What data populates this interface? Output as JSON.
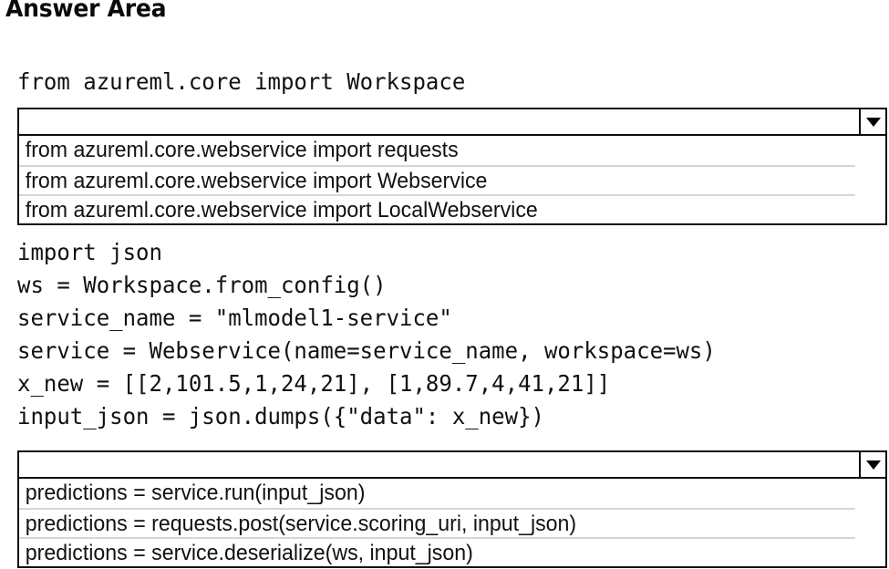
{
  "page": {
    "title": "Answer Area"
  },
  "code": {
    "top_line": "from azureml.core import Workspace",
    "middle_lines": [
      "import json",
      "ws = Workspace.from_config()",
      "service_name = \"mlmodel1-service\"",
      "service = Webservice(name=service_name, workspace=ws)",
      "x_new = [[2,101.5,1,24,21], [1,89.7,4,41,21]]",
      "input_json = json.dumps({\"data\": x_new})"
    ]
  },
  "dropdowns": [
    {
      "name": "import-statement-dropdown",
      "selected": "",
      "placeholder": "",
      "arrow_icon": "chevron-down-icon",
      "options": [
        "from azureml.core.webservice import requests",
        "from azureml.core.webservice import Webservice",
        "from azureml.core.webservice import LocalWebservice"
      ]
    },
    {
      "name": "predictions-statement-dropdown",
      "selected": "",
      "placeholder": "",
      "arrow_icon": "chevron-down-icon",
      "options": [
        "predictions = service.run(input_json)",
        "predictions = requests.post(service.scoring_uri, input_json)",
        "predictions = service.deserialize(ws, input_json)"
      ]
    }
  ],
  "colors": {
    "background": "#ffffff",
    "text": "#111111",
    "border": "#0d0d0d",
    "separator": "#d6d6d6"
  }
}
